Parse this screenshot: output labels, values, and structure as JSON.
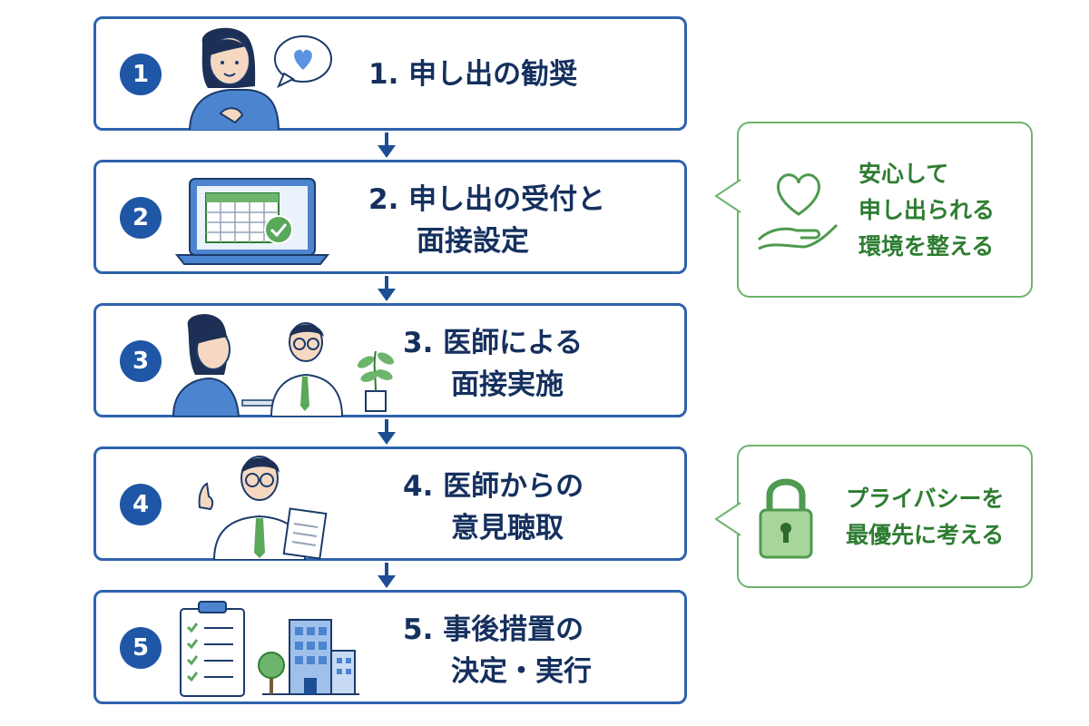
{
  "colors": {
    "step_border": "#2e63ad",
    "badge": "#1f56a6",
    "title_text": "#15305e",
    "arrow": "#1d4d93",
    "note_border": "#6db46d",
    "note_text": "#2e7d32"
  },
  "steps": [
    {
      "number": "1",
      "title_lines": [
        "1. 申し出の勧奨"
      ],
      "illustration": "woman-with-heart-speech-bubble"
    },
    {
      "number": "2",
      "title_lines": [
        "2. 申し出の受付と",
        "面接設定"
      ],
      "illustration": "laptop-calendar-check"
    },
    {
      "number": "3",
      "title_lines": [
        "3. 医師による",
        "面接実施"
      ],
      "illustration": "doctor-patient-meeting"
    },
    {
      "number": "4",
      "title_lines": [
        "4. 医師からの",
        "意見聴取"
      ],
      "illustration": "doctor-with-document"
    },
    {
      "number": "5",
      "title_lines": [
        "5. 事後措置の",
        "決定・実行"
      ],
      "illustration": "checklist-and-building"
    }
  ],
  "notes": [
    {
      "lines": [
        "安心して",
        "申し出られる",
        "環境を整える"
      ],
      "icon": "heart-in-hand-icon"
    },
    {
      "lines": [
        "プライバシーを",
        "最優先に考える"
      ],
      "icon": "padlock-icon"
    }
  ]
}
